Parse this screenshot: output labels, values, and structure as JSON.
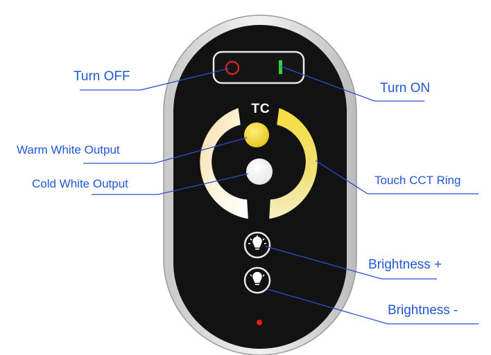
{
  "remote": {
    "brand_text": "TC"
  },
  "labels": {
    "turn_off": "Turn OFF",
    "turn_on": "Turn ON",
    "warm_white": "Warm White Output",
    "cold_white": "Cold White Output",
    "cct_ring": "Touch CCT Ring",
    "brightness_plus": "Brightness +",
    "brightness_minus": "Brightness -"
  },
  "colors": {
    "label_text": "#1f57d6",
    "leader_line": "#2a4fcf",
    "remote_body": "#121212",
    "remote_rim": "#d9d9d9",
    "warm": "#f0d23a",
    "cold": "#ffffff",
    "off_indicator": "#e3262a",
    "on_indicator": "#34d23a",
    "status_led": "#e41b1b"
  },
  "icons": [
    "power-off-icon",
    "power-on-icon",
    "bulb-bright-icon",
    "bulb-dim-icon"
  ]
}
